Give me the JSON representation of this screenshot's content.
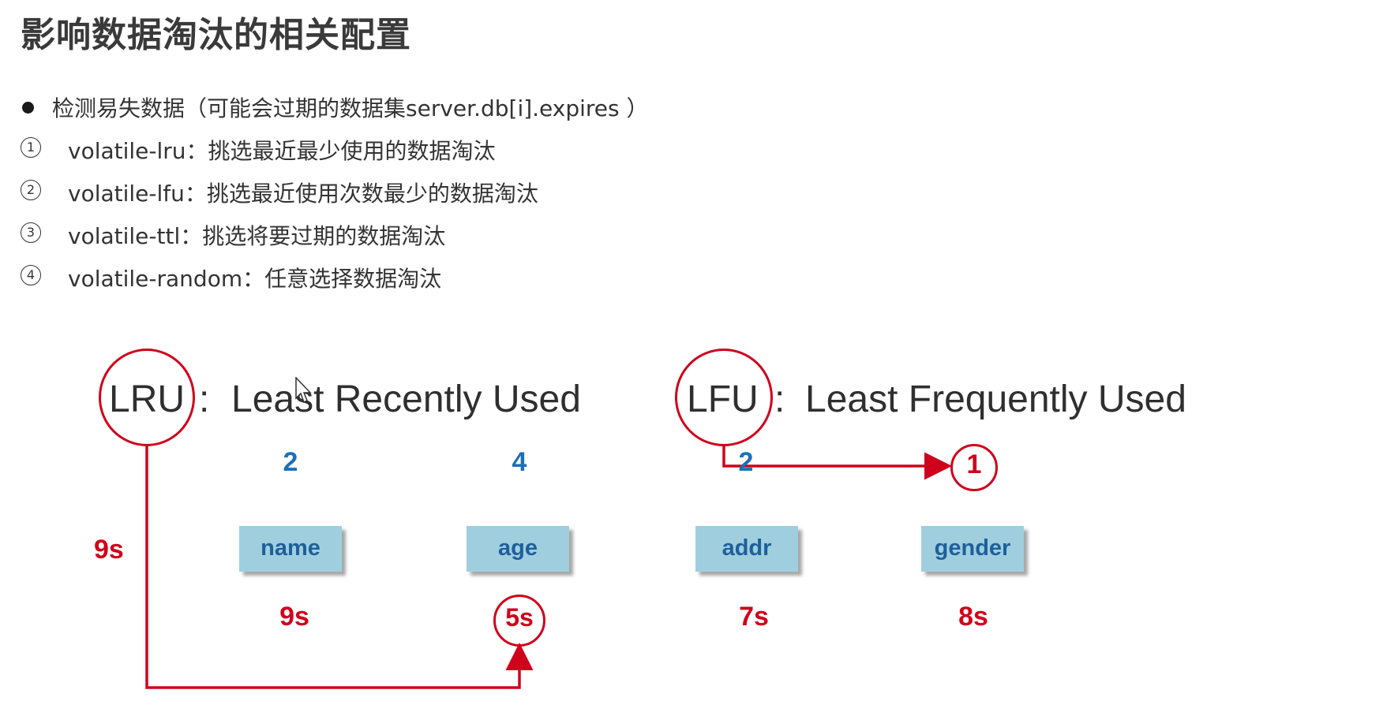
{
  "title": "影响数据淘汰的相关配置",
  "header_item": {
    "text": "检测易失数据（可能会过期的数据集server.db[i].expires ）"
  },
  "items": [
    {
      "marker": "①",
      "text": "volatile-lru：挑选最近最少使用的数据淘汰"
    },
    {
      "marker": "②",
      "text": "volatile-lfu：挑选最近使用次数最少的数据淘汰"
    },
    {
      "marker": "③",
      "text": "volatile-ttl：挑选将要过期的数据淘汰"
    },
    {
      "marker": "④",
      "text": "volatile-random：任意选择数据淘汰"
    }
  ],
  "diagram": {
    "lru": {
      "acronym": "LRU",
      "colon": ":",
      "full": "Least Recently Used"
    },
    "lfu": {
      "acronym": "LFU",
      "colon": ":",
      "full": "Least Frequently Used"
    },
    "side_time": "9s",
    "keys": [
      {
        "name": "name",
        "count": "2",
        "time": "9s"
      },
      {
        "name": "age",
        "count": "4",
        "time": "5s"
      },
      {
        "name": "addr",
        "count": "2",
        "time": "7s"
      },
      {
        "name": "gender",
        "count": "1",
        "time": "8s"
      }
    ],
    "highlight": {
      "lru_pick": "age",
      "lfu_pick": "gender"
    },
    "colors": {
      "accent_red": "#d0021b",
      "count_blue": "#1f6fb8",
      "box_fill": "#9fcfdf",
      "box_text": "#1f5f9a"
    }
  }
}
